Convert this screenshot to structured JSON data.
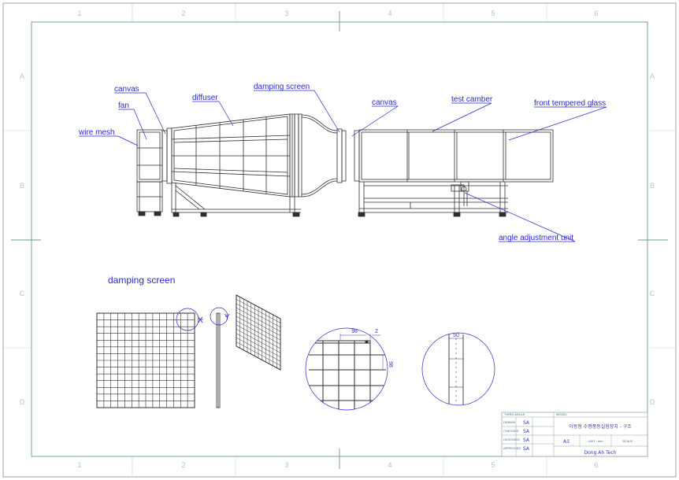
{
  "grid": {
    "columns": [
      "1",
      "2",
      "3",
      "4",
      "5",
      "6"
    ],
    "rows": [
      "A",
      "B",
      "C",
      "D"
    ]
  },
  "labels": {
    "canvas_left": "canvas",
    "fan": "fan",
    "wire_mesh": "wire mesh",
    "diffuser": "diffuser",
    "damping_screen_top": "damping screen",
    "canvas_right": "canvas",
    "test_camber": "test camber",
    "front_tempered_glass": "front tempered glass",
    "angle_adjustment_unit": "angle adjustment unit",
    "damping_screen_title": "damping screen",
    "view_x": "X",
    "view_y": "Y"
  },
  "dimensions": {
    "pitch_top": "98",
    "wire_gap": "2",
    "pitch_side": "98",
    "frame_width": "50"
  },
  "title_block": {
    "projection": "THIRD ANGLE",
    "model_label": "MODEL",
    "model_name": "이동형 수평풍동실험장치 - 구조",
    "sheet_size": "A3",
    "unit": "UNIT : mm",
    "scale": "SCALE",
    "company": "Dong Ah Tech",
    "rows": [
      {
        "role": "DRAWN",
        "name": "SA"
      },
      {
        "role": "CHECKED",
        "name": "SA"
      },
      {
        "role": "DESIGNED",
        "name": "SA"
      },
      {
        "role": "APPROVED",
        "name": "SA"
      }
    ]
  },
  "colors": {
    "line": "#2f2f2f",
    "annotation": "#2a2acc",
    "border": "#6a9a84",
    "title_text": "#2a2acc"
  }
}
